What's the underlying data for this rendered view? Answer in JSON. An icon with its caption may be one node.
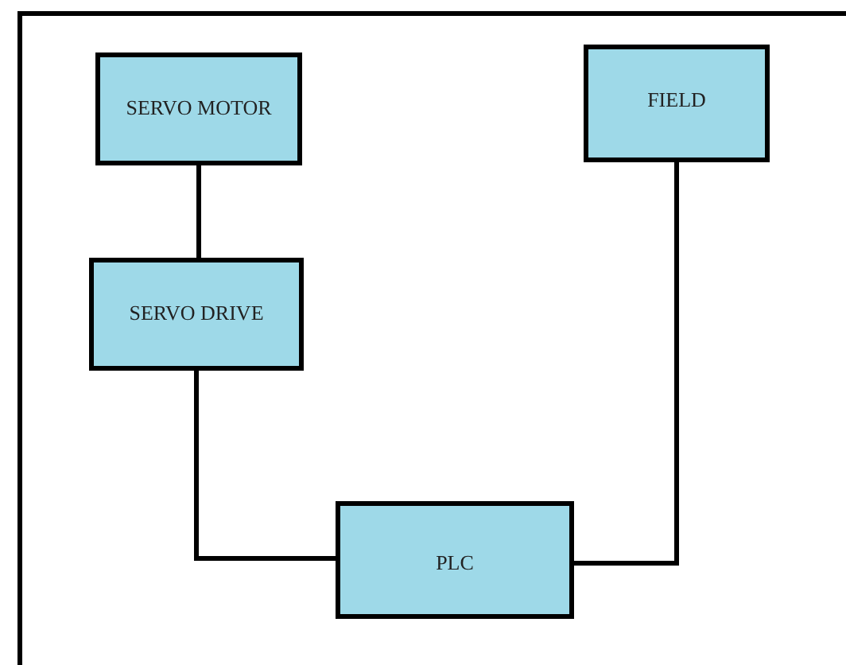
{
  "diagram": {
    "nodes": [
      {
        "text": [
          "SERVO MOTOR"
        ]
      },
      {
        "text": [
          "FIELD"
        ]
      },
      {
        "text": [
          "SERVO DRIVE"
        ]
      },
      {
        "text": [
          "PLC"
        ]
      }
    ],
    "edges": [
      {
        "from": 0,
        "to": 2,
        "arrow": "none"
      },
      {
        "from": 2,
        "to": 3,
        "arrow": "none"
      },
      {
        "from": 1,
        "to": 3,
        "arrow": "none"
      }
    ]
  }
}
